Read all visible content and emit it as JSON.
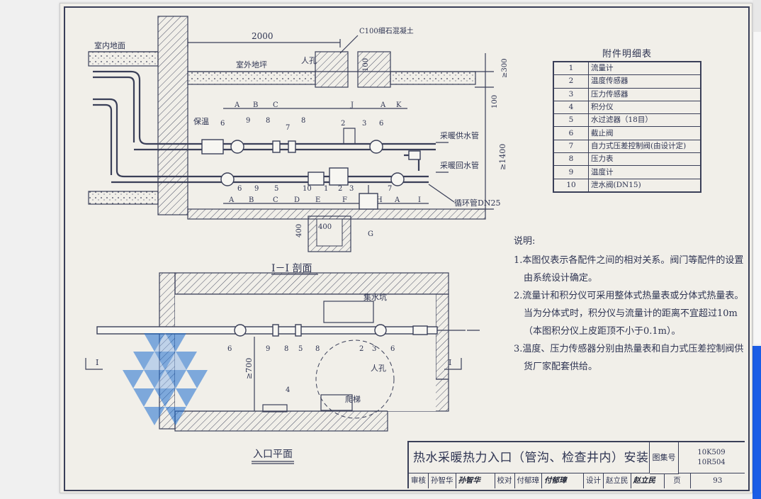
{
  "labels": {
    "indoor_floor": "室内地面",
    "outdoor_ground": "室外地坪",
    "manhole_top": "人孔",
    "concrete": "C100细石混凝土",
    "dim_2000": "2000",
    "dim_100a": "100",
    "dim_300": "≥300",
    "dim_100b": "100",
    "dim_1400": "≥1400",
    "insulation": "保温",
    "supply_pipe": "采暖供水管",
    "return_pipe": "采暖回水管",
    "circ_pipe": "循环管DN25",
    "dim_400a": "400",
    "dim_400b": "400",
    "section_title": "I－I 剖面",
    "sump": "集水坑",
    "manhole": "人孔",
    "ladder": "爬梯",
    "dim_700": "≥700",
    "plan_title": "入口平面",
    "sec_mark_left": "I",
    "sec_mark_right": "I",
    "top_letters": [
      "A",
      "B",
      "C",
      "J",
      "A",
      "K"
    ],
    "bot_letters": [
      "A",
      "B",
      "C",
      "D",
      "E",
      "F",
      "H",
      "A",
      "I"
    ],
    "g_letter": "G",
    "top_nums": [
      "6",
      "9",
      "8",
      "7",
      "8",
      "2",
      "3",
      "6"
    ],
    "bot_nums": [
      "6",
      "9",
      "5",
      "10",
      "1",
      "2",
      "3",
      "7"
    ],
    "plan_nums": [
      "6",
      "9",
      "8",
      "5",
      "8",
      "2",
      "3",
      "6",
      "4"
    ]
  },
  "parts_table": {
    "title": "附件明细表",
    "rows": [
      {
        "no": "1",
        "name": "流量计"
      },
      {
        "no": "2",
        "name": "温度传感器"
      },
      {
        "no": "3",
        "name": "压力传感器"
      },
      {
        "no": "4",
        "name": "积分仪"
      },
      {
        "no": "5",
        "name": "水过滤器（18目）"
      },
      {
        "no": "6",
        "name": "截止阀"
      },
      {
        "no": "7",
        "name": "自力式压差控制阀(由设计定)"
      },
      {
        "no": "8",
        "name": "压力表"
      },
      {
        "no": "9",
        "name": "温度计"
      },
      {
        "no": "10",
        "name": "泄水阀(DN15)"
      }
    ]
  },
  "notes": {
    "label": "说明:",
    "items": [
      "1.本图仅表示各配件之间的相对关系。阀门等配件的设置由系统设计确定。",
      "2.流量计和积分仪可采用整体式热量表或分体式热量表。当为分体式时，积分仪与流量计的距离不宜超过10m（本图积分仪上皮距顶不小于0.1m）。",
      "3.温度、压力传感器分别由热量表和自力式压差控制阀供货厂家配套供给。"
    ]
  },
  "title_block": {
    "title": "热水采暖热力入口（管沟、检查井内）安装",
    "atlas_label": "图集号",
    "code1": "10K509",
    "code2": "10R504",
    "review_label": "审核",
    "reviewer": "孙智华",
    "reviewer_sig": "孙智华",
    "check_label": "校对",
    "checker": "付郁璋",
    "checker_sig": "付郁璋",
    "design_label": "设计",
    "designer": "赵立民",
    "designer_sig": "赵立民",
    "page_label": "页",
    "page_no": "93"
  }
}
